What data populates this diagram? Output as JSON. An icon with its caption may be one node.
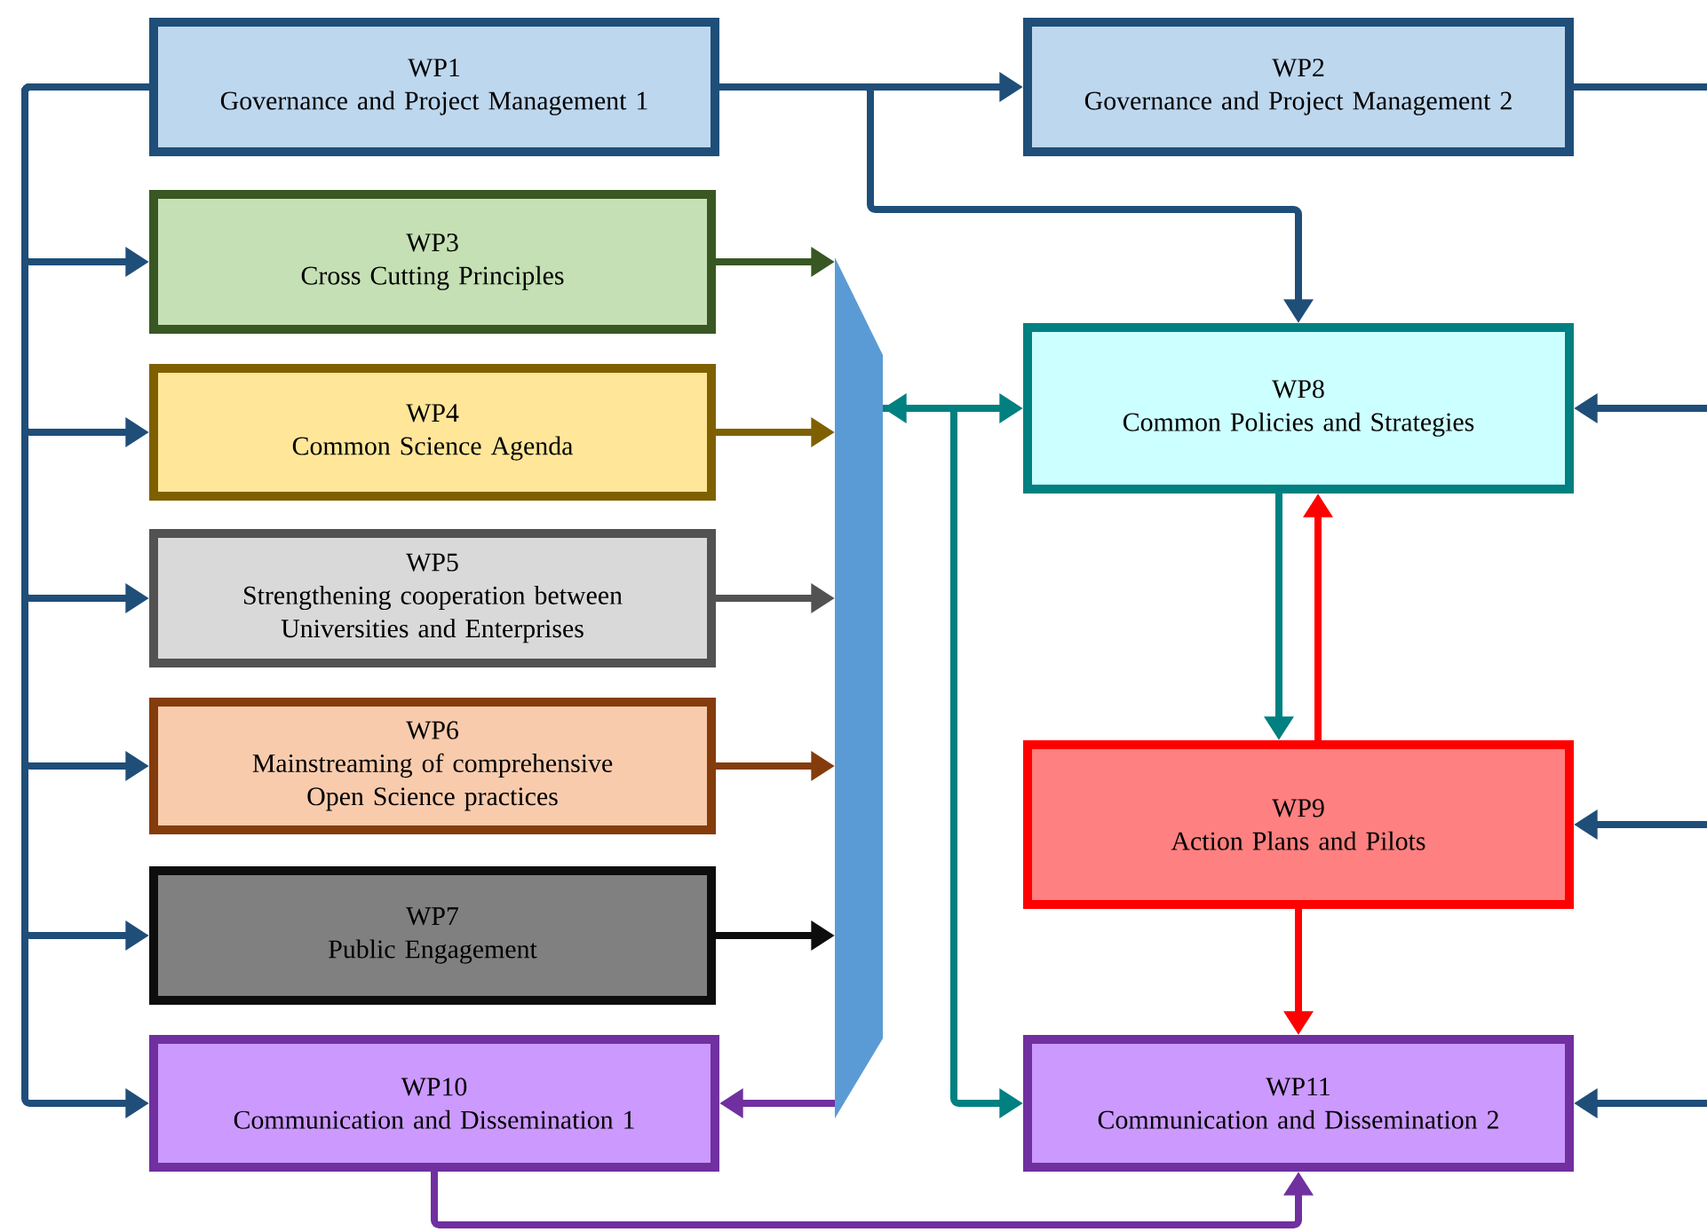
{
  "diagram": {
    "nodes": [
      {
        "text": [
          "WP1",
          "Governance and Project Management 1"
        ]
      },
      {
        "text": [
          "WP2",
          "Governance and Project Management 2"
        ]
      },
      {
        "text": [
          "WP3",
          "Cross Cutting Principles"
        ]
      },
      {
        "text": [
          "WP4",
          "Common Science Agenda"
        ]
      },
      {
        "text": [
          "WP5",
          "Strengthening cooperation between Universities and Enterprises"
        ]
      },
      {
        "text": [
          "WP6",
          "Mainstreaming of comprehensive Open Science practices"
        ]
      },
      {
        "text": [
          "WP7",
          "Public Engagement"
        ]
      },
      {
        "text": [
          "WP10",
          "Communication and Dissemination 1"
        ]
      },
      {
        "text": [],
        "shape": "bar"
      },
      {
        "text": [
          "WP8",
          "Common Policies and Strategies"
        ]
      },
      {
        "text": [
          "WP9",
          "Action Plans and Pilots"
        ]
      },
      {
        "text": [
          "WP11",
          "Communication and Dissemination 2"
        ]
      }
    ],
    "edges": [
      {
        "from": 0,
        "to": 1,
        "arrow": "to"
      },
      {
        "from": 0,
        "to": 9,
        "arrow": "to"
      },
      {
        "from": 0,
        "to": 2,
        "arrow": "to"
      },
      {
        "from": 0,
        "to": 3,
        "arrow": "to"
      },
      {
        "from": 0,
        "to": 4,
        "arrow": "to"
      },
      {
        "from": 0,
        "to": 5,
        "arrow": "to"
      },
      {
        "from": 0,
        "to": 6,
        "arrow": "to"
      },
      {
        "from": 0,
        "to": 7,
        "arrow": "to"
      },
      {
        "from": 2,
        "to": 8,
        "arrow": "to",
        "color": "#385723"
      },
      {
        "from": 3,
        "to": 8,
        "arrow": "to",
        "color": "#7f6000"
      },
      {
        "from": 4,
        "to": 8,
        "arrow": "to",
        "color": "#525252"
      },
      {
        "from": 5,
        "to": 8,
        "arrow": "to",
        "color": "#843c0c"
      },
      {
        "from": 6,
        "to": 8,
        "arrow": "to",
        "color": "#0d0d0d"
      },
      {
        "from": 8,
        "to": 7,
        "arrow": "to",
        "color": "#7030a0"
      },
      {
        "from": 8,
        "to": 9,
        "arrow": "both",
        "color": "#008080"
      },
      {
        "from": 8,
        "to": 11,
        "arrow": "to",
        "color": "#008080"
      },
      {
        "from": 9,
        "to": 10,
        "arrow": "to",
        "color": "#008080"
      },
      {
        "from": 10,
        "to": 9,
        "arrow": "to",
        "color": "#ff0000"
      },
      {
        "from": 10,
        "to": 11,
        "arrow": "to",
        "color": "#ff0000"
      },
      {
        "from": 7,
        "to": 11,
        "arrow": "to",
        "color": "#7030a0"
      },
      {
        "from": 1,
        "to": null,
        "arrow": "none"
      },
      {
        "from": null,
        "to": 9,
        "arrow": "to"
      },
      {
        "from": null,
        "to": 10,
        "arrow": "to"
      },
      {
        "from": null,
        "to": 11,
        "arrow": "to"
      }
    ]
  }
}
